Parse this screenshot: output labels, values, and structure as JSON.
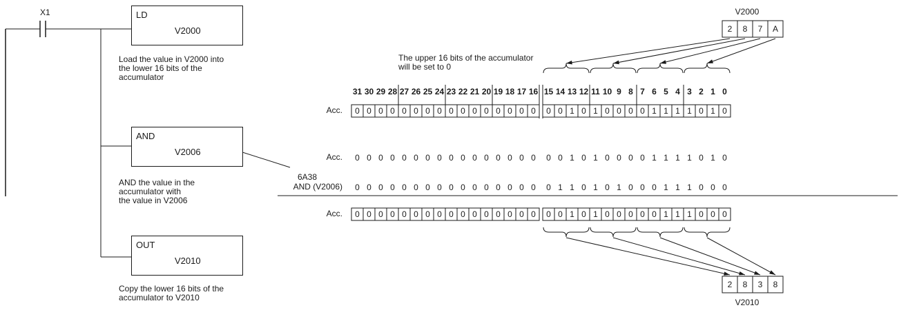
{
  "ladder": {
    "contact_label": "X1",
    "instructions": [
      {
        "op": "LD",
        "operand": "V2000",
        "desc": "Load the value in V2000 into\nthe lower 16 bits of the\naccumulator"
      },
      {
        "op": "AND",
        "operand": "V2006",
        "desc": "AND the value in the\naccumulator with\n the value in V2006"
      },
      {
        "op": "OUT",
        "operand": "V2010",
        "desc": "Copy the lower 16 bits of the\naccumulator to V2010"
      }
    ]
  },
  "diagram": {
    "upper_note": "The upper 16 bits of the accumulator\nwill be set to 0",
    "source": {
      "name": "V2000",
      "digits": [
        "2",
        "8",
        "7",
        "A"
      ]
    },
    "result": {
      "name": "V2010",
      "digits": [
        "2",
        "8",
        "3",
        "8"
      ]
    },
    "bit_headers": [
      "31",
      "30",
      "29",
      "28",
      "27",
      "26",
      "25",
      "24",
      "23",
      "22",
      "21",
      "20",
      "19",
      "18",
      "17",
      "16",
      "15",
      "14",
      "13",
      "12",
      "11",
      "10",
      "9",
      "8",
      "7",
      "6",
      "5",
      "4",
      "3",
      "2",
      "1",
      "0"
    ],
    "rows": [
      {
        "label": "Acc.",
        "boxed": true,
        "bits": [
          0,
          0,
          0,
          0,
          0,
          0,
          0,
          0,
          0,
          0,
          0,
          0,
          0,
          0,
          0,
          0,
          0,
          0,
          1,
          0,
          1,
          0,
          0,
          0,
          0,
          1,
          1,
          1,
          1,
          0,
          1,
          0
        ]
      },
      {
        "label": "Acc.",
        "boxed": false,
        "bits": [
          0,
          0,
          0,
          0,
          0,
          0,
          0,
          0,
          0,
          0,
          0,
          0,
          0,
          0,
          0,
          0,
          0,
          0,
          1,
          0,
          1,
          0,
          0,
          0,
          0,
          1,
          1,
          1,
          1,
          0,
          1,
          0
        ]
      },
      {
        "label": "AND (V2006)",
        "value_label": "6A38",
        "boxed": false,
        "bits": [
          0,
          0,
          0,
          0,
          0,
          0,
          0,
          0,
          0,
          0,
          0,
          0,
          0,
          0,
          0,
          0,
          0,
          1,
          1,
          0,
          1,
          0,
          1,
          0,
          0,
          0,
          1,
          1,
          1,
          0,
          0,
          0
        ]
      },
      {
        "label": "Acc.",
        "boxed": true,
        "bits": [
          0,
          0,
          0,
          0,
          0,
          0,
          0,
          0,
          0,
          0,
          0,
          0,
          0,
          0,
          0,
          0,
          0,
          0,
          1,
          0,
          1,
          0,
          0,
          0,
          0,
          0,
          1,
          1,
          1,
          0,
          0,
          0
        ]
      }
    ]
  }
}
